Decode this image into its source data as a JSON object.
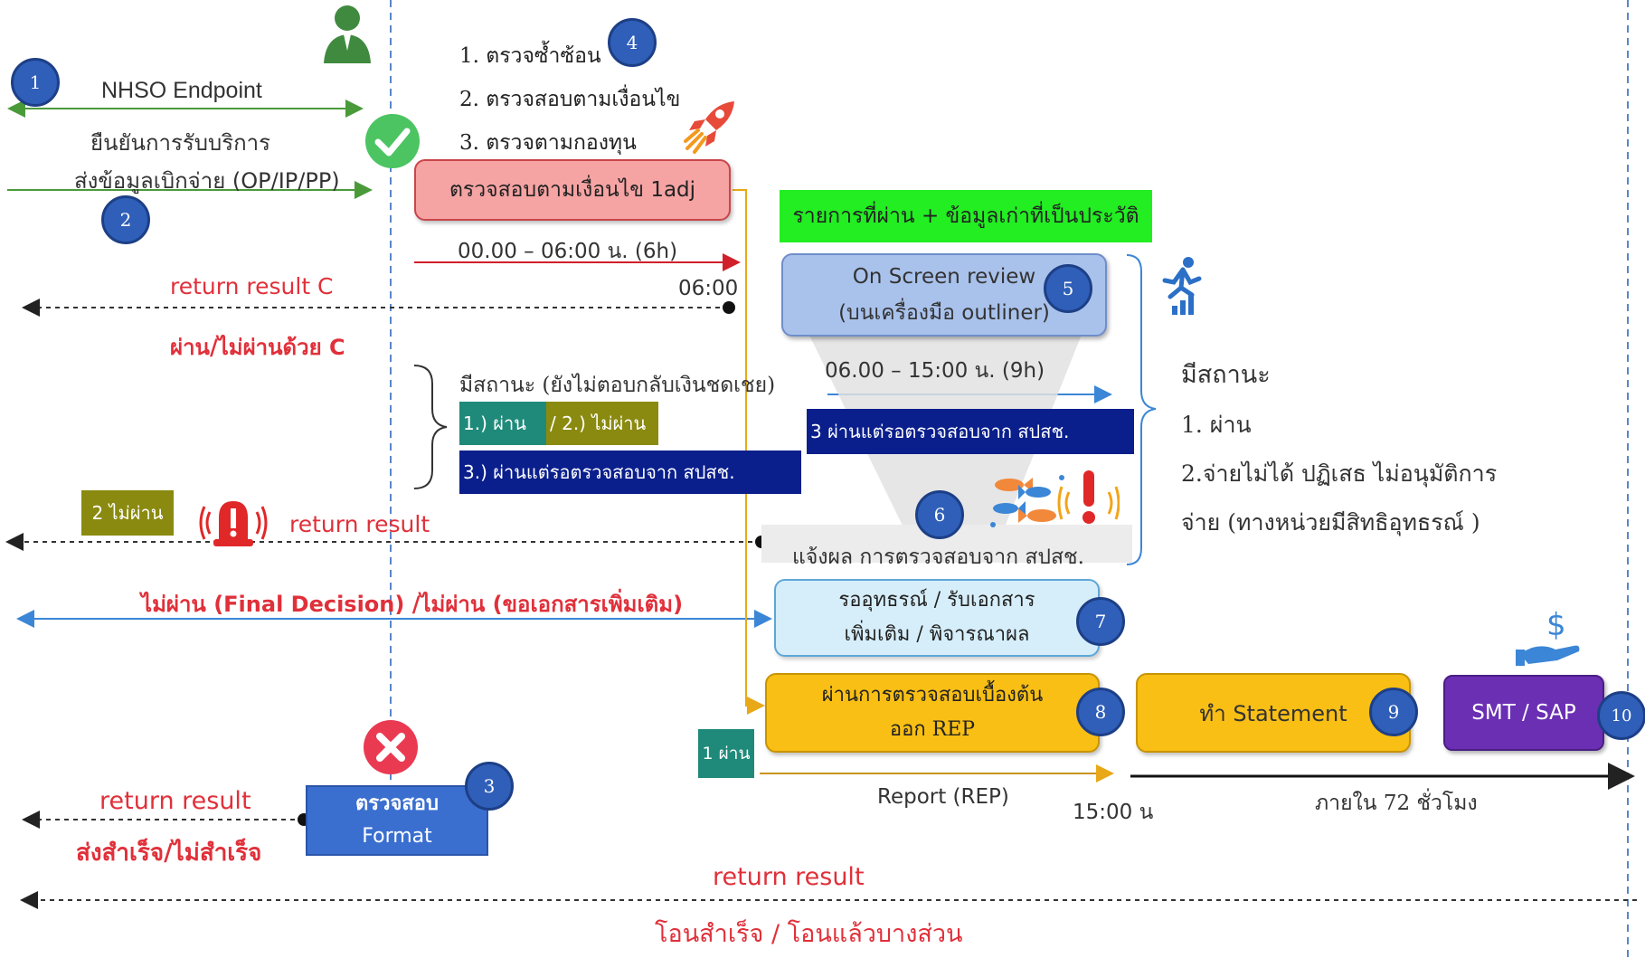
{
  "left_flow": {
    "endpoint_label": "NHSO Endpoint",
    "confirm_service": "ยืนยันการรับบริการ",
    "send_claim": "ส่งข้อมูลเบิกจ่าย (OP/IP/PP)",
    "return_c": "return result C",
    "pass_fail_c": "ผ่าน/ไม่ผ่านด้วย C",
    "fail_tag": "2 ไม่ผ่าน",
    "return_result_mid": "return result",
    "final_decision": "ไม่ผ่าน (Final Decision) /ไม่ผ่าน (ขอเอกสารเพิ่มเติม)",
    "return_result_format": "return result",
    "send_status": "ส่งสำเร็จ/ไม่สำเร็จ"
  },
  "checks": {
    "items": [
      "1. ตรวจซ้ำซ้อน",
      "2. ตรวจสอบตามเงื่อนไข",
      "3. ตรวจตามกองทุน"
    ],
    "condition_box": "ตรวจสอบตามเงื่อนไข 1adj",
    "time_window": "00.00 – 06:00 น. (6h)",
    "time_end": "06:00"
  },
  "status_mid": {
    "title": "มีสถานะ (ยังไม่ตอบกลับเงินชดเชย)",
    "pass1": "1.) ผ่าน",
    "fail2": "/ 2.) ไม่ผ่าน",
    "pending3": "3.) ผ่านแต่รอตรวจสอบจาก สปสช."
  },
  "review": {
    "green_banner": "รายการที่ผ่าน + ข้อมูลเก่าที่เป็นประวัติ",
    "onscreen_line1": "On Screen review",
    "onscreen_line2": "(บนเครื่องมือ outliner)",
    "time_window": "06.00 – 15:00 น. (9h)",
    "pending_bar": "3 ผ่านแต่รอตรวจสอบจาก สปสช.",
    "notify": "แจ้งผล การตรวจสอบจาก สปสช."
  },
  "status_right": {
    "title": "มีสถานะ",
    "item1": "1. ผ่าน",
    "item2a": "2.จ่ายไม่ได้ ปฏิเสธ ไม่อนุมัติการ",
    "item2b": "จ่าย (ทางหน่วยมีสิทธิอุทธรณ์ )"
  },
  "appeal": {
    "line1": "รออุทธรณ์ / รับเอกสาร",
    "line2": "เพิ่มเติม / พิจารณาผล"
  },
  "pipeline": {
    "initial_line1": "ผ่านการตรวจสอบเบื้องต้น",
    "initial_line2": "ออก REP",
    "pass_tag": "1 ผ่าน",
    "statement": "ทำ Statement",
    "smt": "SMT / SAP",
    "report": "Report (REP)",
    "time_1500": "15:00 น",
    "within_72": "ภายใน 72 ชั่วโมง"
  },
  "format_check": {
    "line1": "ตรวจสอบ",
    "line2": "Format"
  },
  "bottom": {
    "return_result": "return result",
    "transfer": "โอนสำเร็จ / โอนแล้วบางส่วน"
  },
  "badges": [
    "1",
    "2",
    "3",
    "4",
    "5",
    "6",
    "7",
    "8",
    "9",
    "10"
  ],
  "colors": {
    "accent_red": "#e0303a",
    "green_banner": "#22ee22",
    "navy": "#0a1f8c",
    "teal": "#1f8a7a",
    "olive": "#8a8a10",
    "amber": "#f9bf14",
    "purple": "#6b2fb3",
    "format_blue": "#3a6fd0",
    "badge_blue": "#2f5fb8"
  },
  "icons": [
    "user-icon",
    "check-icon",
    "rocket-icon",
    "runner-icon",
    "alarm-icon",
    "fish-icon",
    "exclamation-icon",
    "money-hand-icon",
    "cross-icon"
  ]
}
